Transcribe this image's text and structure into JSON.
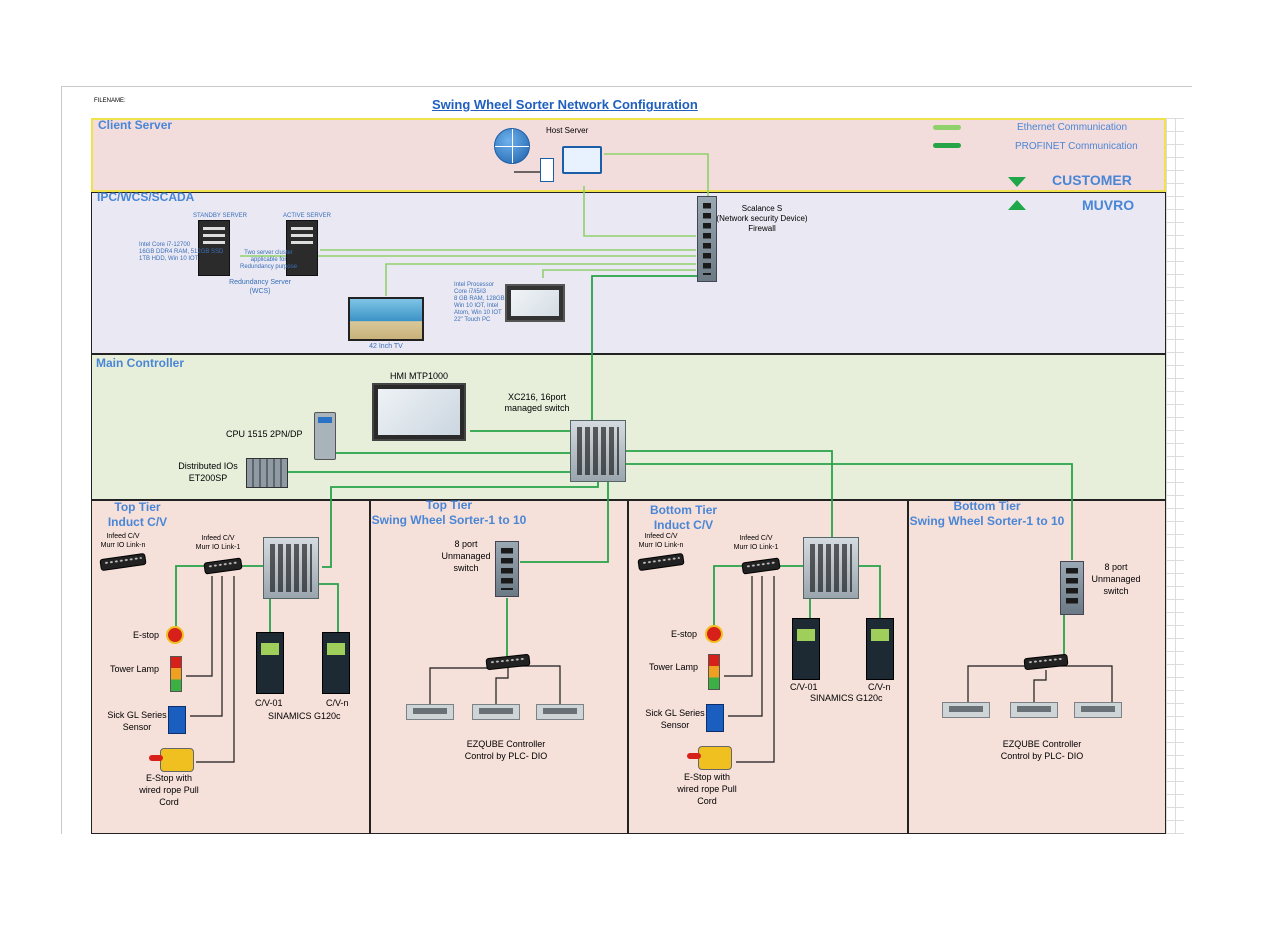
{
  "filename_label": "FILENAME:",
  "title": "Swing Wheel Sorter Network Configuration",
  "zones": {
    "client": "Client Server",
    "ipc": "IPC/WCS/SCADA",
    "main": "Main Controller",
    "top_induct": "Top Tier\nInduct C/V",
    "top_sorter": "Top Tier\nSwing Wheel Sorter-1 to 10",
    "bottom_induct": "Bottom Tier\nInduct C/V",
    "bottom_sorter": "Bottom Tier\nSwing Wheel Sorter-1 to 10"
  },
  "legend": {
    "ethernet": "Ethernet  Communication",
    "profinet": "PROFINET Communication",
    "customer": "CUSTOMER",
    "muvro": "MUVRO",
    "colors": {
      "ethernet": "#8fd16a",
      "profinet": "#27a348",
      "wire": "#1a1a1a"
    }
  },
  "client": {
    "host_server": "Host Server"
  },
  "ipc": {
    "firewall": "Scalance S\n(Network security Device)\nFirewall",
    "standby_server": "STANDBY SERVER",
    "active_server": "ACTIVE SERVER",
    "server_specs": "Intel Core i7-12700\n16GB DDR4 RAM, 512GB SSD\n1TB HDD, Win 10 IOT",
    "server_note": "Two server cluster\napplicable for\nRedundancy purpose",
    "redundancy": "Redundancy Server\n(WCS)",
    "tv": "42 Inch TV",
    "hmi_specs": "Intel Processor\nCore i7/i5/i3\n8 GB RAM, 128GB SSD\nWin 10 IOT, Intel\nAtom, Win 10 IOT\n22\" Touch PC"
  },
  "main": {
    "hmi": "HMI MTP1000",
    "switch": "XC216, 16port\nmanaged switch",
    "cpu": "CPU 1515 2PN/DP",
    "dio": "Distributed IOs\nET200SP"
  },
  "tiers": {
    "top": {
      "infeed_n": "Infeed C/V\nMurr IO Link-n",
      "infeed_1": "Infeed C/V\nMurr IO Link-1",
      "estop": "E-stop",
      "tower": "Tower Lamp",
      "sensor": "Sick GL Series\nSensor",
      "pullcord": "E-Stop with\nwired rope Pull\nCord",
      "cv01": "C/V-01",
      "cvn": "C/V-n",
      "drives": "SINAMICS G120c"
    },
    "top_sorter": {
      "switch": "8 port\nUnmanaged\nswitch",
      "ezqube": "EZQUBE Controller\nControl by PLC- DIO"
    },
    "bottom": {
      "infeed_n": "Infeed C/V\nMurr IO Link-n",
      "infeed_1": "Infeed C/V\nMurr IO Link-1",
      "estop": "E-stop",
      "tower": "Tower Lamp",
      "sensor": "Sick GL Series\nSensor",
      "pullcord": "E-Stop with\nwired rope Pull\nCord",
      "cv01": "C/V-01",
      "cvn": "C/V-n",
      "drives": "SINAMICS G120c"
    },
    "bottom_sorter": {
      "switch": "8 port\nUnmanaged\nswitch",
      "ezqube": "EZQUBE Controller\nControl by PLC- DIO"
    }
  }
}
